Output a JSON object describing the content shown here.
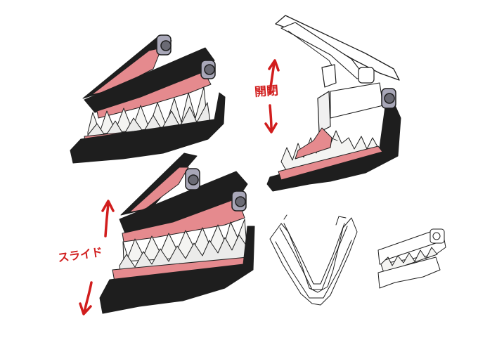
{
  "sheet": {
    "background": "#ffffff",
    "palette": {
      "black": "#1e1e1e",
      "gum": "#e58a8e",
      "gum_deep": "#d86d74",
      "tooth": "#f4f4f2",
      "tooth_shade": "#c9c9cc",
      "hinge": "#a8a7b8",
      "arrow": "#d11d1d"
    }
  },
  "labels": {
    "open_close": "開閉",
    "slide": "スライド"
  },
  "figures": [
    {
      "name": "closed-mouth-jaw",
      "variant": "colored"
    },
    {
      "name": "open-jaw-hinged",
      "variant": "line-drawing with color"
    },
    {
      "name": "slide-mouth-jaw",
      "variant": "colored"
    },
    {
      "name": "front-view-jaw",
      "variant": "line sketch"
    },
    {
      "name": "small-jaw-thumbnail",
      "variant": "line sketch"
    }
  ],
  "icons": [
    "arrow-up-icon",
    "arrow-down-icon"
  ]
}
